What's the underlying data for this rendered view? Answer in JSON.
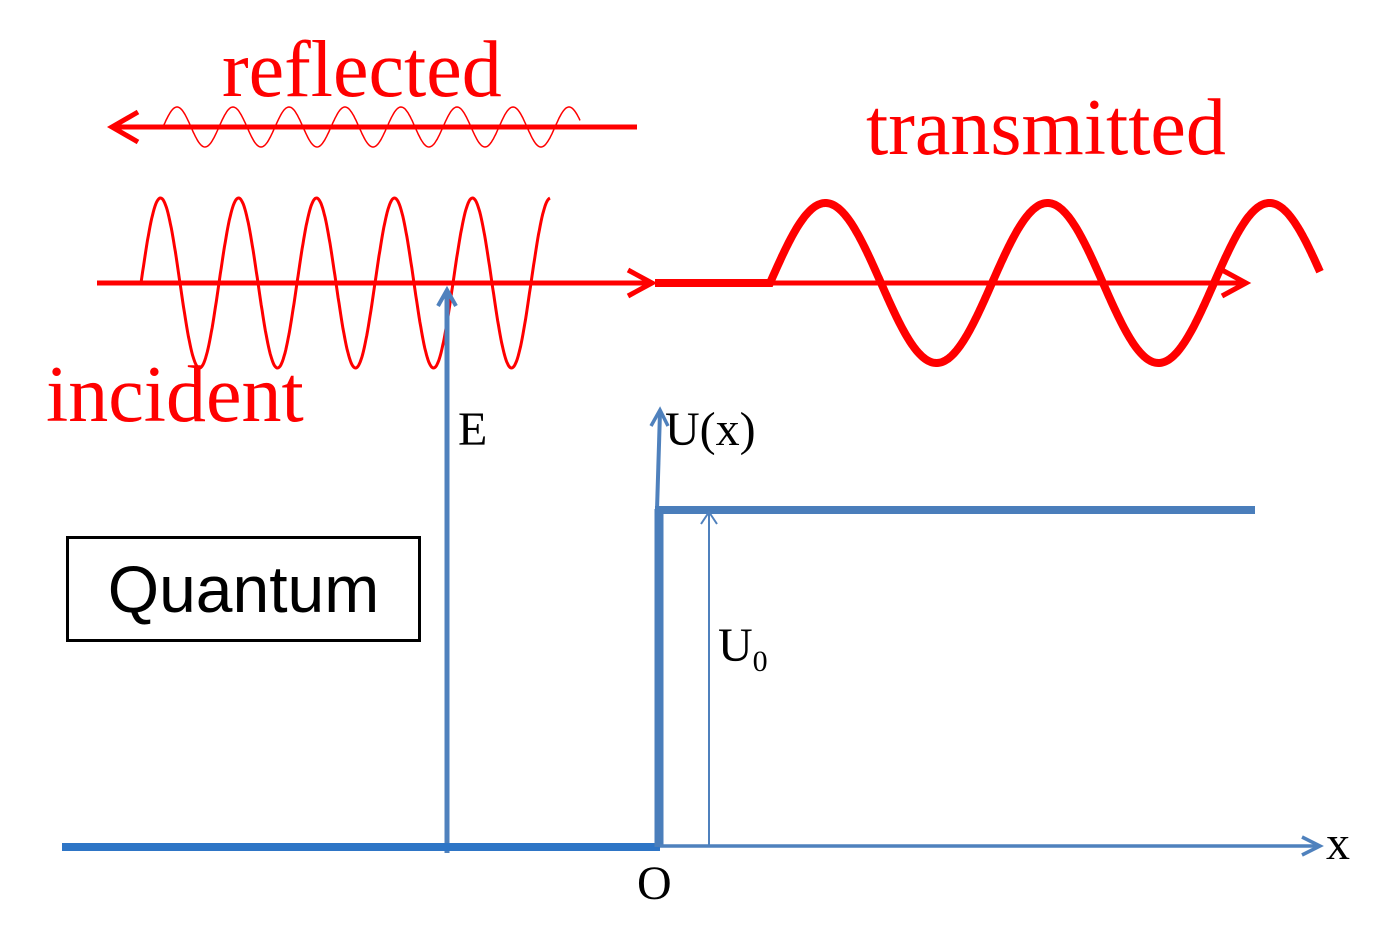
{
  "labels": {
    "reflected": "reflected",
    "transmitted": "transmitted",
    "incident": "incident",
    "energy": "E",
    "potential": "U(x)",
    "step_height_main": "U",
    "step_height_sub": "0",
    "origin": "O",
    "x_axis": "x",
    "quantum": "Quantum"
  },
  "colors": {
    "wave": "#ff0000",
    "axis": "#4f81bd",
    "potential": "#4a7ebb",
    "text": "#000000"
  }
}
